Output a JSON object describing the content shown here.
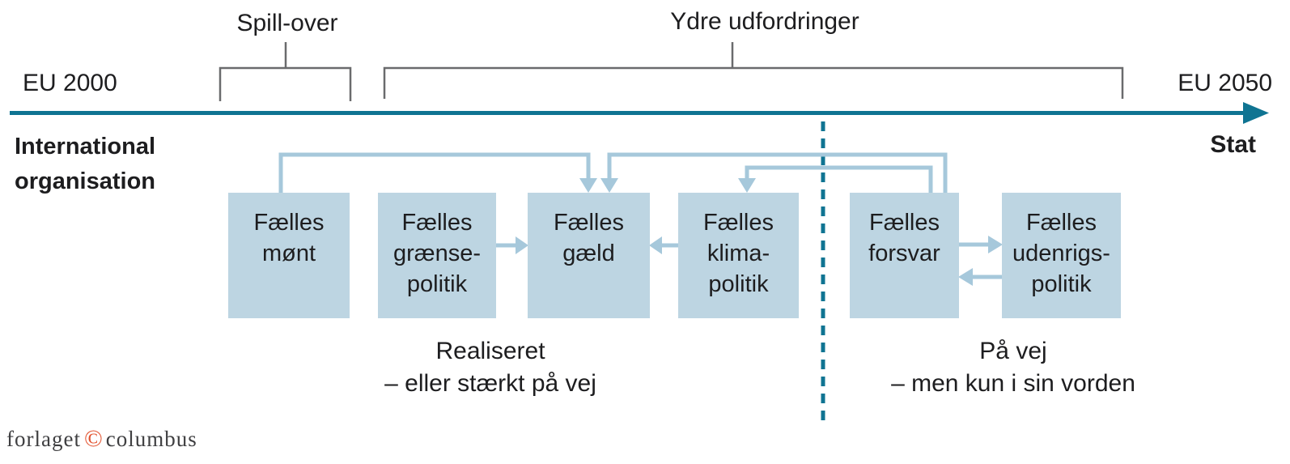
{
  "header": {
    "spillover_label": "Spill-over",
    "external_label": "Ydre udfordringer",
    "timeline_start": "EU 2000",
    "timeline_end": "EU 2050",
    "left_role_line1": "International",
    "left_role_line2": "organisation",
    "right_role": "Stat"
  },
  "boxes": [
    {
      "id": "faelles-moent",
      "lines": [
        "Fælles",
        "mønt"
      ]
    },
    {
      "id": "faelles-graensepolitik",
      "lines": [
        "Fælles",
        "grænse-",
        "politik"
      ]
    },
    {
      "id": "faelles-gaeld",
      "lines": [
        "Fælles",
        "gæld"
      ]
    },
    {
      "id": "faelles-klimapolitik",
      "lines": [
        "Fælles",
        "klima-",
        "politik"
      ]
    },
    {
      "id": "faelles-forsvar",
      "lines": [
        "Fælles",
        "forsvar"
      ]
    },
    {
      "id": "faelles-udenrigspolitik",
      "lines": [
        "Fælles",
        "udenrigs-",
        "politik"
      ]
    }
  ],
  "captions": {
    "left_line1": "Realiseret",
    "left_line2": "– eller stærkt på vej",
    "right_line1": "På vej",
    "right_line2": "– men kun i sin vorden"
  },
  "footer": {
    "publisher_pre": "forlaget",
    "copyright_symbol": "©",
    "publisher_post": "columbus"
  },
  "colors": {
    "timeline_teal": "#0f7492",
    "box_fill": "#bdd5e2",
    "connector_blue": "#a6c8db",
    "bracket_gray": "#6a6b6d",
    "text_dark": "#1d1d1f",
    "footer_orange": "#e2522e"
  }
}
